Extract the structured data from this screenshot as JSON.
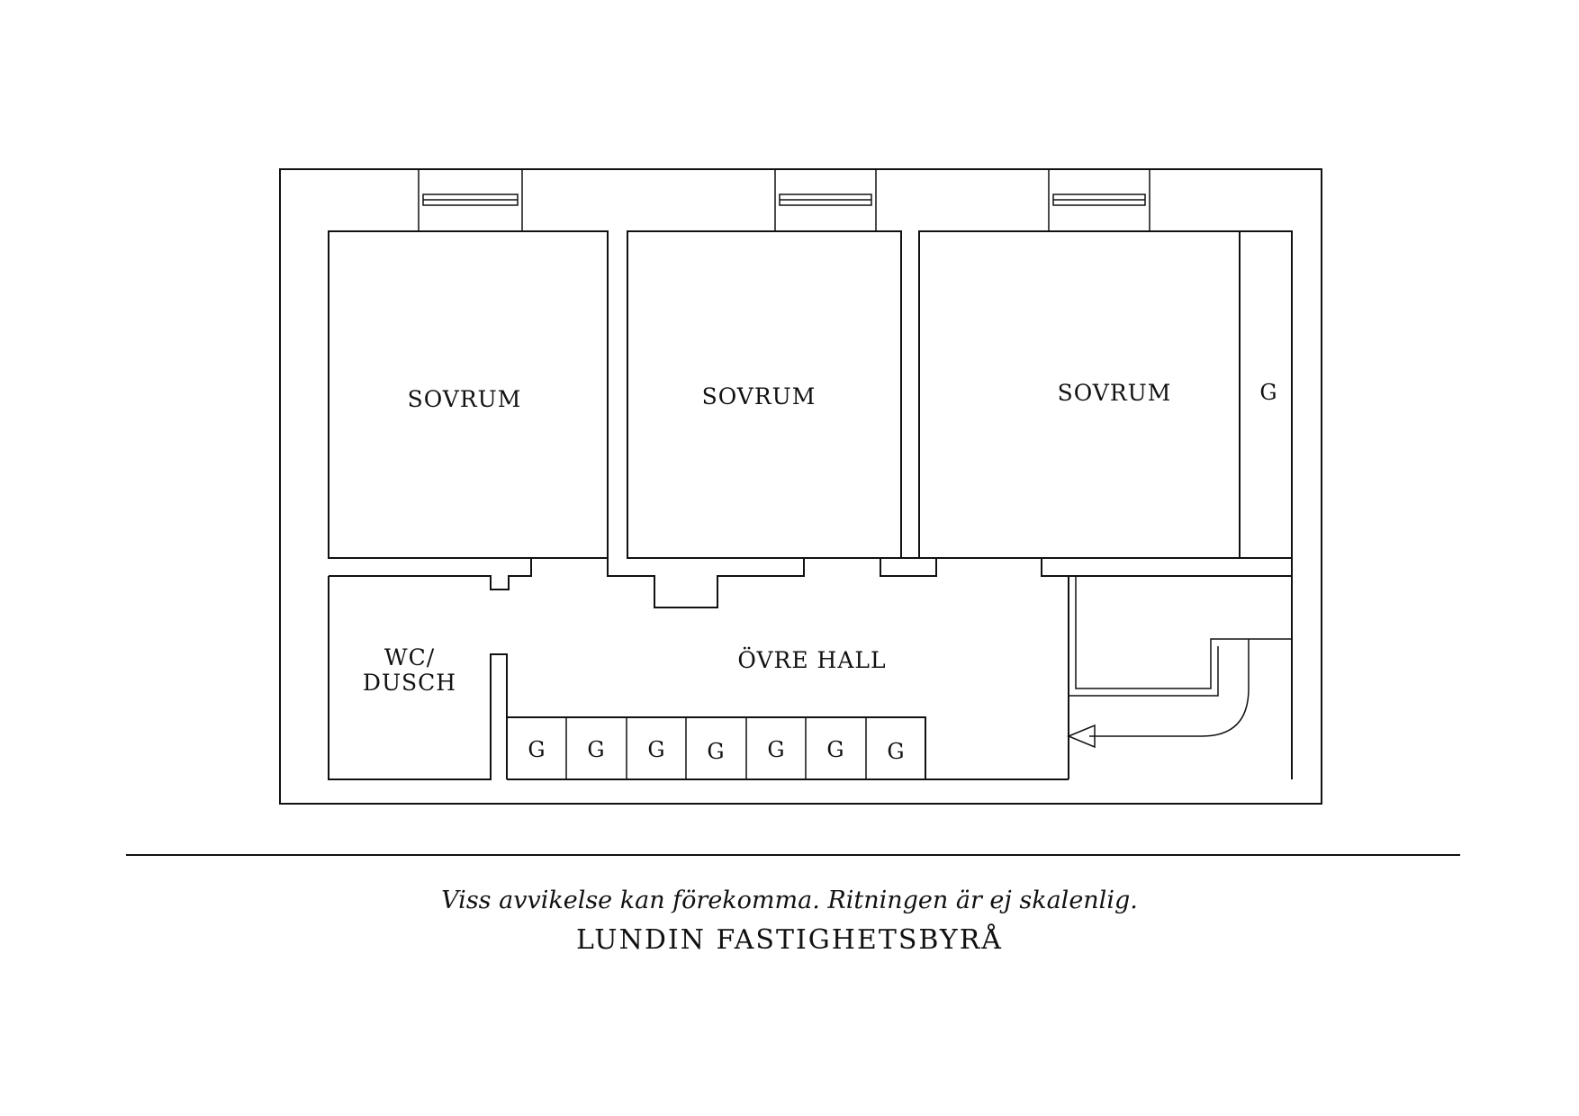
{
  "rooms": {
    "bedroom_1": "SOVRUM",
    "bedroom_2": "SOVRUM",
    "bedroom_3": "SOVRUM",
    "wc_line1": "WC/",
    "wc_line2": "DUSCH",
    "hall": "ÖVRE HALL"
  },
  "closets": {
    "side": "G",
    "row": [
      "G",
      "G",
      "G",
      "G",
      "G",
      "G",
      "G"
    ]
  },
  "footer": {
    "disclaimer": "Viss avvikelse kan förekomma. Ritningen är ej skalenlig.",
    "company": "LUNDIN FASTIGHETSBYRÅ"
  }
}
